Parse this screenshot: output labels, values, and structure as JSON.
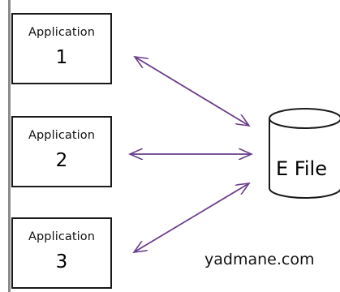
{
  "applications": [
    {
      "label": "Application",
      "number": "1"
    },
    {
      "label": "Application",
      "number": "2"
    },
    {
      "label": "Application",
      "number": "3"
    }
  ],
  "database": {
    "label": "E File"
  },
  "footer": {
    "text": "yadmane.com"
  },
  "colors": {
    "stroke": "#6a3d8a",
    "box_border": "#1a1a1a",
    "rule": "#8a8a8a"
  }
}
